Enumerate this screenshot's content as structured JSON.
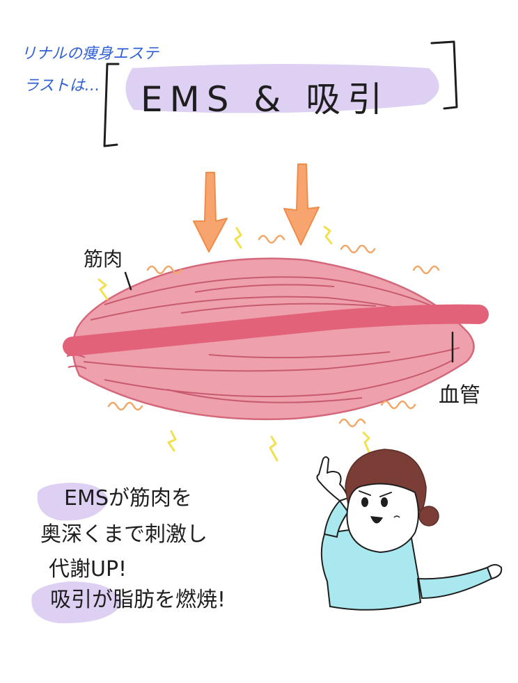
{
  "intro": {
    "line1": "リナルの痩身エステ",
    "line2": "ラストは…"
  },
  "title": {
    "text": "EMS & 吸引"
  },
  "labels": {
    "muscle": "筋肉",
    "vessel": "血管"
  },
  "caption": {
    "line1": "EMSが筋肉を",
    "line2": "奥深くまで刺激し",
    "line3": "代謝UP!",
    "line4": "吸引が脂肪を燃焼!"
  },
  "colors": {
    "highlight": "#ddd0f3",
    "muscle_fill": "#eea0ac",
    "muscle_stroke": "#d4687a",
    "vessel": "#e2627a",
    "arrow": "#f7a46e",
    "wave": "#f0a868",
    "spark": "#f2e04c",
    "hair": "#7a3e36",
    "shirt": "#a9e8ee",
    "ink": "#1e1e1e",
    "blue_ink": "#2f5fd6"
  }
}
